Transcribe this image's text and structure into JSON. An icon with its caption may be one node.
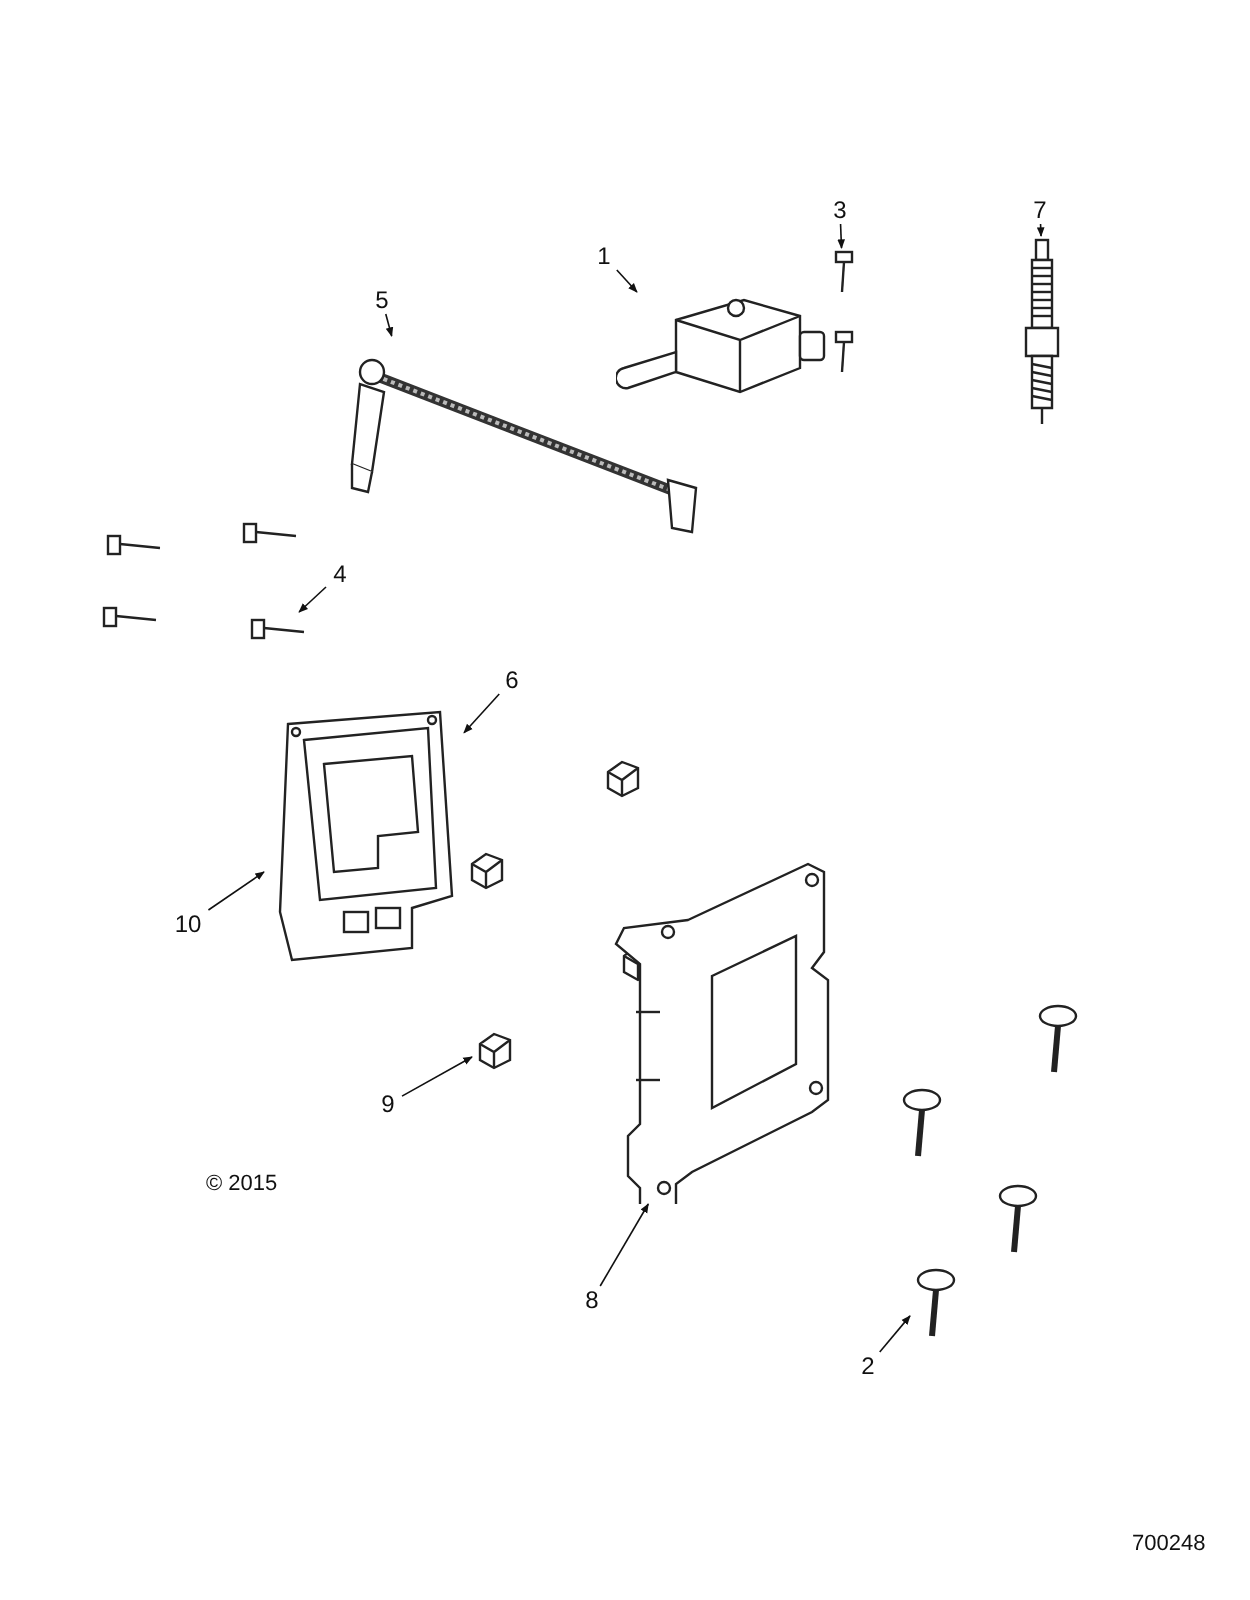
{
  "diagram": {
    "nodes": [
      {
        "text": [
          "3"
        ]
      },
      {
        "text": [
          "7"
        ]
      },
      {
        "text": [
          "1"
        ]
      },
      {
        "text": [
          "5"
        ]
      },
      {
        "text": [
          "4"
        ]
      },
      {
        "text": [
          "6"
        ]
      },
      {
        "text": [
          "10"
        ]
      },
      {
        "text": [
          "9"
        ]
      },
      {
        "text": [
          "8"
        ]
      },
      {
        "text": [
          "2"
        ]
      },
      {
        "text": [],
        "shape": "picture"
      },
      {
        "text": [],
        "shape": "picture"
      },
      {
        "text": [],
        "shape": "picture"
      },
      {
        "text": [],
        "shape": "picture"
      },
      {
        "text": [],
        "shape": "picture"
      },
      {
        "text": [],
        "shape": "picture"
      },
      {
        "text": [],
        "shape": "picture"
      },
      {
        "text": [],
        "shape": "picture"
      },
      {
        "text": [],
        "shape": "picture"
      }
    ],
    "edges": [
      {
        "from": 0,
        "to": 10,
        "arrow": "to"
      },
      {
        "from": 1,
        "to": 11,
        "arrow": "to"
      },
      {
        "from": 2,
        "to": 12,
        "arrow": "to"
      },
      {
        "from": 3,
        "to": 13,
        "arrow": "to"
      },
      {
        "from": 4,
        "to": 14,
        "arrow": "to"
      },
      {
        "from": 5,
        "to": 15,
        "arrow": "to"
      },
      {
        "from": 6,
        "to": 15,
        "arrow": "to"
      },
      {
        "from": 7,
        "to": 16,
        "arrow": "to"
      },
      {
        "from": 8,
        "to": 17,
        "arrow": "to"
      },
      {
        "from": 9,
        "to": 18,
        "arrow": "to"
      }
    ],
    "labels": [
      "© 2015",
      "700248"
    ]
  }
}
